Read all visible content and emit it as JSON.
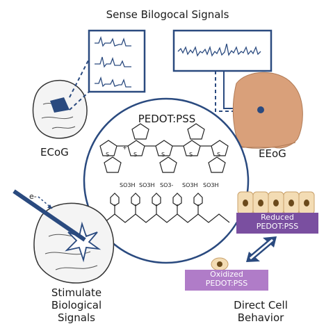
{
  "title": "Sense Bilogocal Signals",
  "ecog_label": "ECoG",
  "eeog_label": "EEoG",
  "center_title": "PEDOT:PSS",
  "stimulate_label": "Stimulate\nBiological\nSignals",
  "direct_label": "Direct Cell\nBehavior",
  "reduced_label": "Reduced\nPEDOT:PSS",
  "oxidized_label": "Oxidized\nPEDOT:PSS",
  "electron_label": "e-",
  "so3h": "SO3H",
  "so3minus": "SO3-",
  "thiophene_s": "S",
  "plus_sign": "+",
  "colors": {
    "navy": "#2a4a7f",
    "reduced_fill": "#7a4fa0",
    "oxidized_fill": "#b07cc8",
    "cell_fill": "#f3dcb4",
    "cell_nucleus": "#6b4a1b"
  }
}
